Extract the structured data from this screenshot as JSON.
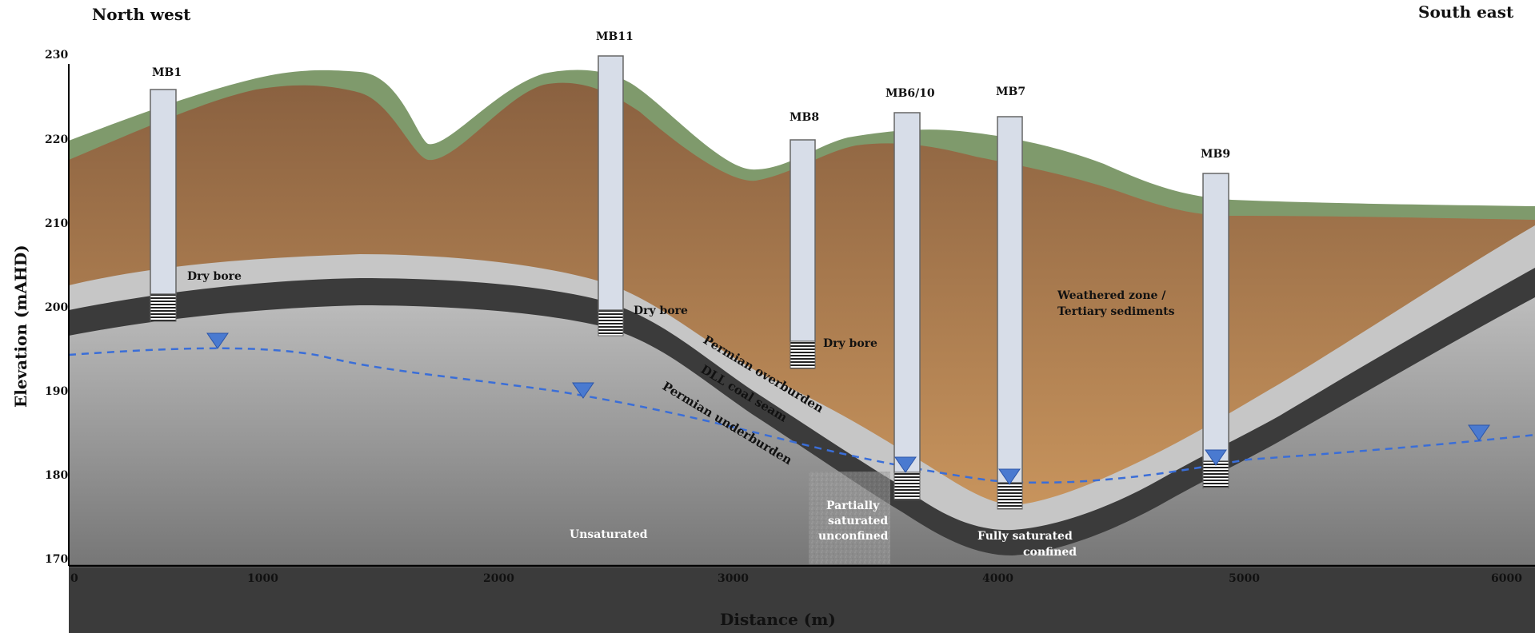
{
  "orientation": {
    "left": "North west",
    "right": "South east"
  },
  "axes": {
    "x_title": "Distance (m)",
    "y_title": "Elevation (mAHD)",
    "x_ticks": [
      "0",
      "1000",
      "2000",
      "3000",
      "4000",
      "5000",
      "6000"
    ],
    "y_ticks": [
      "230",
      "220",
      "210",
      "200",
      "190",
      "180",
      "170"
    ]
  },
  "bores": [
    {
      "label": "MB1"
    },
    {
      "label": "MB11"
    },
    {
      "label": "MB8"
    },
    {
      "label": "MB6/10"
    },
    {
      "label": "MB7"
    },
    {
      "label": "MB9"
    }
  ],
  "notes": {
    "dry_bore": "Dry bore",
    "weathered_1": "Weathered zone /",
    "weathered_2": "Tertiary sediments",
    "permian_overburden": "Permian overburden",
    "dll_coal_seam": "DLL coal seam",
    "permian_underburden": "Permian underburden",
    "unsaturated": "Unsaturated",
    "partial_1": "Partially",
    "partial_2": "saturated",
    "partial_3": "unconfined",
    "fully_1": "Fully saturated",
    "fully_2": "confined"
  },
  "colors": {
    "topsoil": "#7f9a6c",
    "weathered_top": "#8c6440",
    "weathered_bottom": "#d9a263",
    "overburden": "#c3c3c3",
    "coal_seam": "#3c3c3c",
    "underburden_top": "#b9b9b9",
    "underburden_bottom": "#7a7a7a",
    "bore_casing": "#d7dde8",
    "water_table": "#3a6ed8",
    "water_marker": "#4a7ad0"
  }
}
